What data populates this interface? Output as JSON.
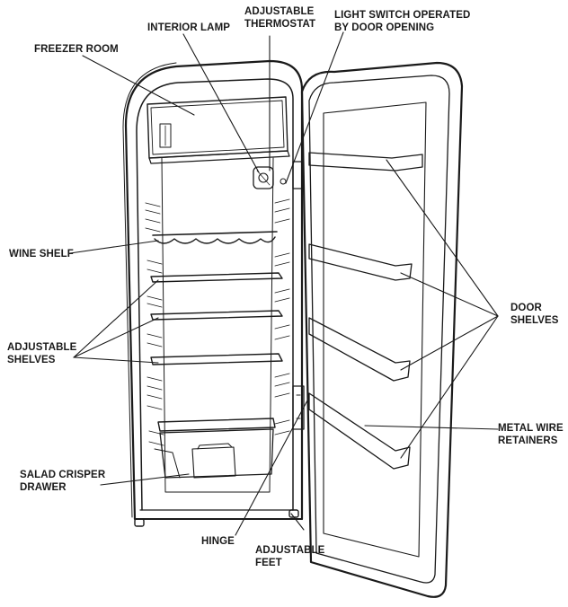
{
  "labels": {
    "interior_lamp": [
      "INTERIOR LAMP"
    ],
    "adjustable_thermostat": [
      "ADJUSTABLE",
      "THERMOSTAT"
    ],
    "light_switch": [
      "LIGHT SWITCH OPERATED",
      "BY DOOR OPENING"
    ],
    "freezer_room": [
      "FREEZER ROOM"
    ],
    "wine_shelf": [
      "WINE  SHELF"
    ],
    "door_shelves": [
      "DOOR",
      "SHELVES"
    ],
    "adjustable_shelves": [
      "ADJUSTABLE",
      "SHELVES"
    ],
    "metal_wire_retainers": [
      "METAL WIRE",
      "RETAINERS"
    ],
    "salad_crisper_drawer": [
      "SALAD CRISPER",
      "DRAWER"
    ],
    "hinge": [
      "HINGE"
    ],
    "adjustable_feet": [
      "ADJUSTABLE",
      "FEET"
    ]
  },
  "colors": {
    "ink": "#1a1a1a",
    "background": "#ffffff"
  }
}
